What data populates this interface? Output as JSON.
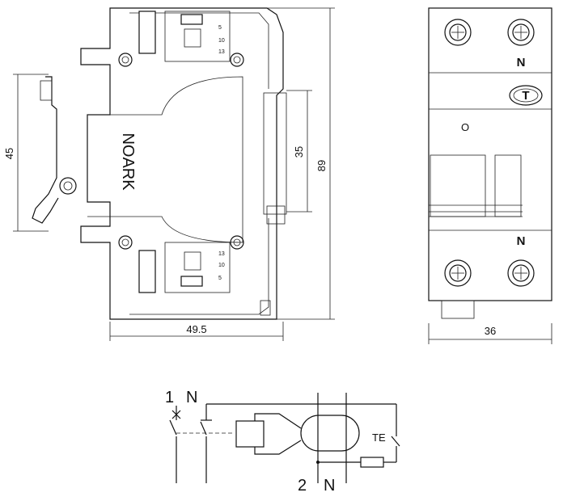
{
  "side_view": {
    "brand": "NOARK",
    "dims": {
      "height_small": "45",
      "clip": "35",
      "total_height": "89",
      "depth": "49.5"
    },
    "terminal_marks": [
      "5",
      "10",
      "13"
    ]
  },
  "front_view": {
    "top_label": "N",
    "bottom_label": "N",
    "test_button": "T",
    "window": "O",
    "width": "36"
  },
  "schematic": {
    "top_pole_1": "1",
    "top_pole_n": "N",
    "bottom_pole_2": "2",
    "bottom_pole_n": "N",
    "test_label": "TE"
  }
}
